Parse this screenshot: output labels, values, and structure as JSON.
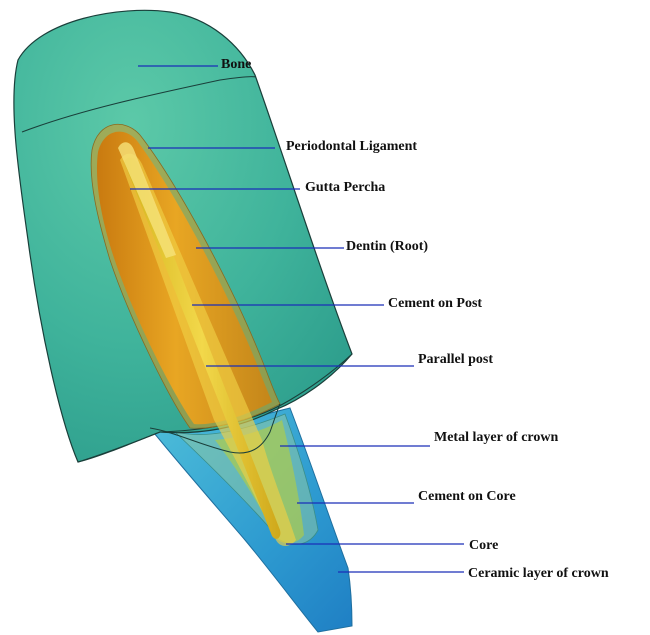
{
  "labels": {
    "bone": "Bone",
    "periodontal_ligament": "Periodontal Ligament",
    "gutta_percha": "Gutta Percha",
    "dentin_root": "Dentin (Root)",
    "cement_on_post": "Cement on Post",
    "parallel_post": "Parallel post",
    "metal_layer_of_crown": "Metal layer of crown",
    "cement_on_core": "Cement on Core",
    "core": "Core",
    "ceramic_layer_of_crown": "Ceramic layer of crown"
  },
  "colors": {
    "bone": "#3fb79a",
    "dentin": "#e09b1c",
    "gutta_percha": "#e8c62a",
    "crown_ceramic": "#36a7d6",
    "leader_line": "#1a2fb8"
  }
}
